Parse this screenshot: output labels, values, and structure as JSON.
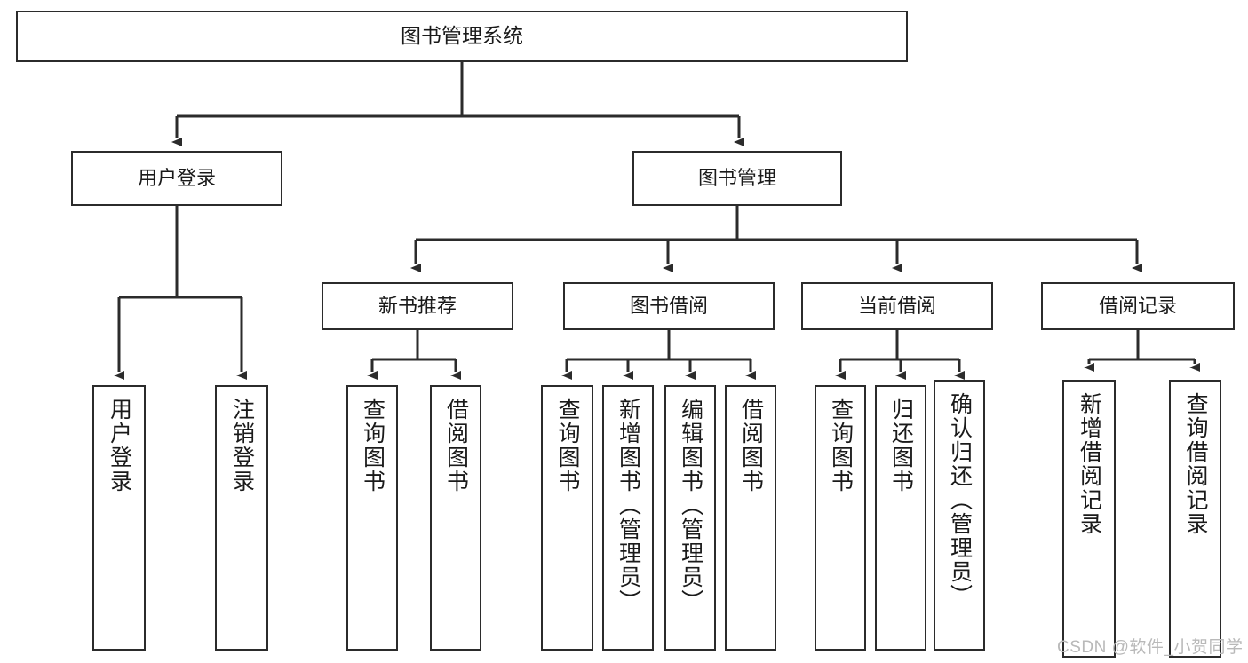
{
  "diagram": {
    "title": "图书管理系统",
    "type": "tree",
    "watermark": "CSDN @软件_小贺同学",
    "nodes": {
      "root": {
        "label": "图书管理系统"
      },
      "level2": [
        {
          "id": "user-login",
          "label": "用户登录"
        },
        {
          "id": "book-manage",
          "label": "图书管理"
        }
      ],
      "level3": [
        {
          "id": "new-book-rec",
          "label": "新书推荐"
        },
        {
          "id": "book-borrow",
          "label": "图书借阅"
        },
        {
          "id": "current-borrow",
          "label": "当前借阅"
        },
        {
          "id": "borrow-record",
          "label": "借阅记录"
        }
      ],
      "leaves": {
        "user-login": [
          {
            "id": "leaf-user-login",
            "label": "用户登录"
          },
          {
            "id": "leaf-logout",
            "label": "注销登录"
          }
        ],
        "new-book-rec": [
          {
            "id": "leaf-query-book-1",
            "label": "查询图书"
          },
          {
            "id": "leaf-borrow-book-1",
            "label": "借阅图书"
          }
        ],
        "book-borrow": [
          {
            "id": "leaf-query-book-2",
            "label": "查询图书"
          },
          {
            "id": "leaf-add-book",
            "label": "新增图书（管理员）"
          },
          {
            "id": "leaf-edit-book",
            "label": "编辑图书（管理员）"
          },
          {
            "id": "leaf-borrow-book-2",
            "label": "借阅图书"
          }
        ],
        "current-borrow": [
          {
            "id": "leaf-query-book-3",
            "label": "查询图书"
          },
          {
            "id": "leaf-return-book",
            "label": "归还图书"
          },
          {
            "id": "leaf-confirm-return",
            "label": "确认归还（管理员）"
          }
        ],
        "borrow-record": [
          {
            "id": "leaf-add-record",
            "label": "新增借阅记录"
          },
          {
            "id": "leaf-query-record",
            "label": "查询借阅记录"
          }
        ]
      }
    },
    "colors": {
      "stroke": "#2b2b2b",
      "fill": "#ffffff",
      "text": "#1a1a1a",
      "watermark": "#b9b9b9"
    }
  }
}
